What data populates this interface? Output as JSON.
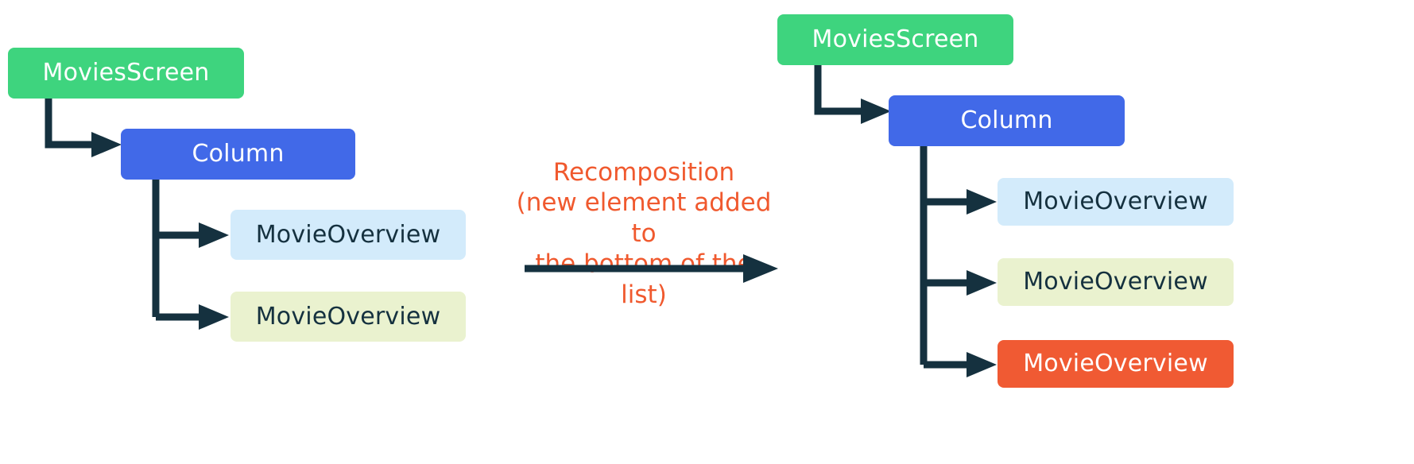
{
  "diagram": {
    "title_text": "Recomposition\n(new element added to\nthe bottom of the list)",
    "colors": {
      "screen_bg": "#3ed47e",
      "column_bg": "#4169e8",
      "overview_blue_bg": "#d3ebfb",
      "overview_olive_bg": "#eaf2cf",
      "overview_orange_bg": "#f05a33",
      "connector": "#15313f",
      "annotation_text": "#f0592e",
      "dark_text": "#15313f",
      "light_text": "#ffffff",
      "page_bg": "#ffffff"
    },
    "before": {
      "screen_label": "MoviesScreen",
      "column_label": "Column",
      "children": [
        {
          "label": "MovieOverview",
          "variant": "blue"
        },
        {
          "label": "MovieOverview",
          "variant": "olive"
        }
      ]
    },
    "after": {
      "screen_label": "MoviesScreen",
      "column_label": "Column",
      "children": [
        {
          "label": "MovieOverview",
          "variant": "blue"
        },
        {
          "label": "MovieOverview",
          "variant": "olive"
        },
        {
          "label": "MovieOverview",
          "variant": "orange"
        }
      ]
    }
  }
}
